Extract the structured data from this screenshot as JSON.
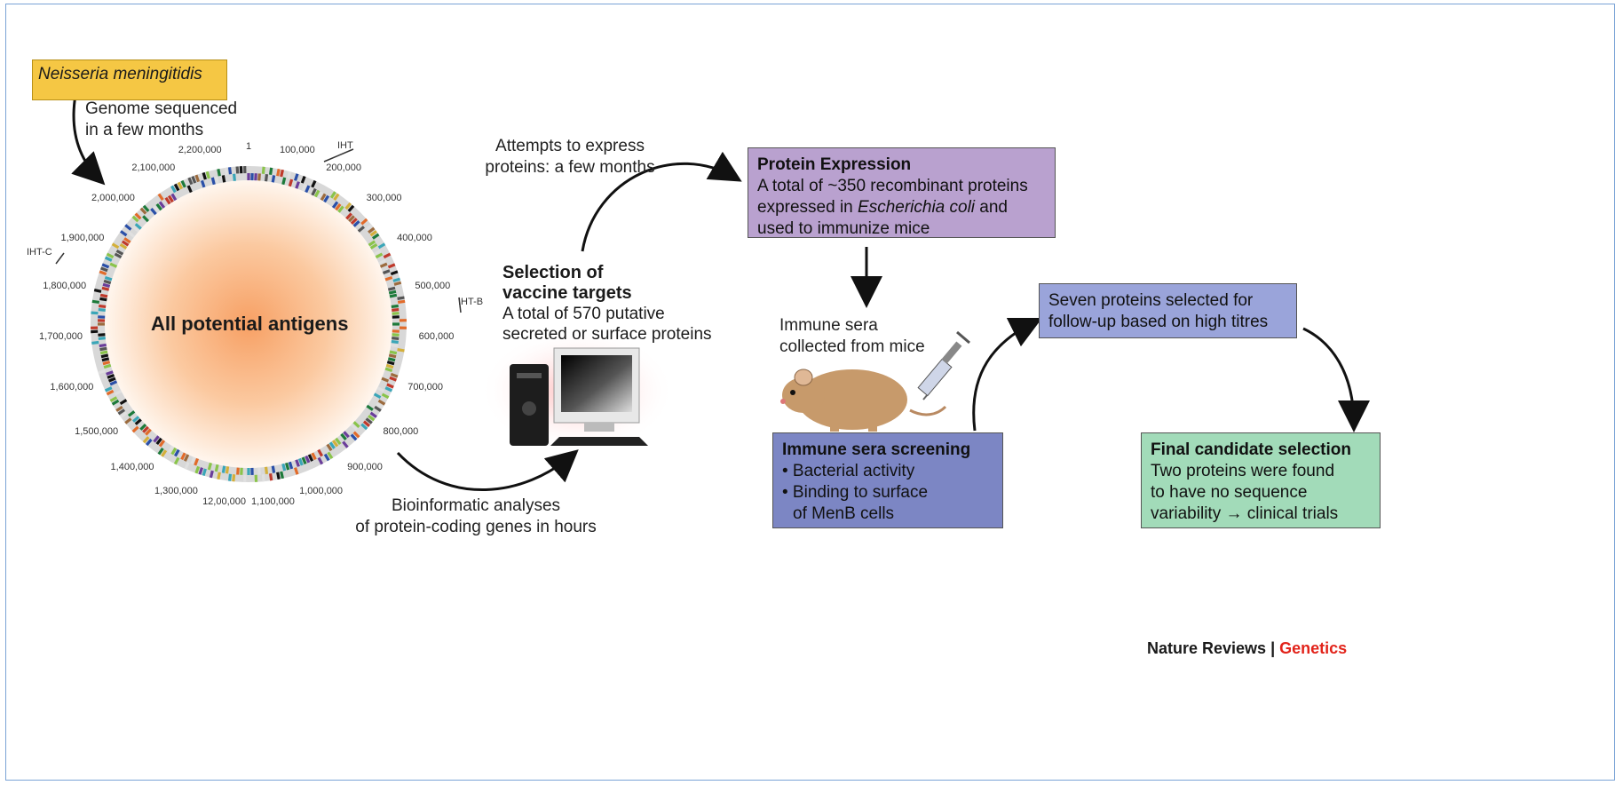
{
  "species": "Neisseria meningitidis",
  "genome_step": [
    "Genome sequenced",
    "in a few months"
  ],
  "center_label": "All potential antigens",
  "bioinformatic": [
    "Bioinformatic analyses",
    "of protein-coding genes in hours"
  ],
  "attempts": [
    "Attempts to express",
    "proteins: a few months"
  ],
  "selection": {
    "title_lines": [
      "Selection of",
      "vaccine targets"
    ],
    "lines": [
      "A total of 570 putative",
      "secreted or surface proteins"
    ]
  },
  "protein_expression": {
    "title": "Protein Expression",
    "line1": "A total of ~350 recombinant proteins",
    "line2_pre": "expressed in ",
    "line2_italic": "Escherichia coli",
    "line2_post": " and",
    "line3": "used to immunize mice"
  },
  "immune_sera": [
    "Immune sera",
    "collected from mice"
  ],
  "seven": [
    "Seven proteins selected for",
    "follow-up based on high titres"
  ],
  "screening": {
    "title": "Immune sera screening",
    "bullets": [
      "• Bacterial activity",
      "• Binding to surface",
      "  of MenB cells"
    ]
  },
  "final": {
    "title": "Final candidate selection",
    "lines": [
      "Two proteins were found",
      "to have no sequence",
      "variability → clinical trials"
    ]
  },
  "journal": {
    "name": "Nature Reviews",
    "sep": " | ",
    "section": "Genetics"
  },
  "genome_ticks": [
    "1",
    "100,000",
    "200,000",
    "300,000",
    "400,000",
    "500,000",
    "600,000",
    "700,000",
    "800,000",
    "900,000",
    "1,000,000",
    "1,100,000",
    "12,00,000",
    "1,300,000",
    "1,400,000",
    "1,500,000",
    "1,600,000",
    "1,700,000",
    "1,800,000",
    "1,900,000",
    "2,000,000",
    "2,100,000",
    "2,200,000"
  ],
  "iht_labels": {
    "a": "IHT",
    "b": "IHT-B",
    "c": "IHT-C"
  },
  "colors": {
    "species_box": "#f5c744",
    "protein_box": "#b9a1cf",
    "seven_box": "#9aa4da",
    "screening_box": "#7c86c4",
    "final_box": "#a2dbb9",
    "genetics": "#e2231a"
  }
}
